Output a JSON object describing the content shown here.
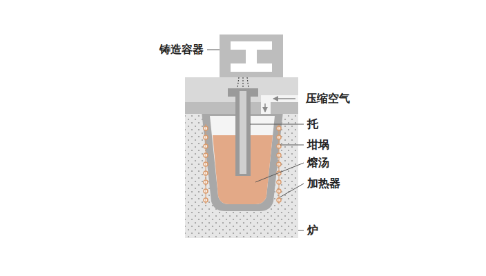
{
  "diagram": {
    "labels": [
      "铸造容器",
      "压缩空气",
      "托",
      "坩埚",
      "熔汤",
      "加热器",
      "炉"
    ]
  }
}
